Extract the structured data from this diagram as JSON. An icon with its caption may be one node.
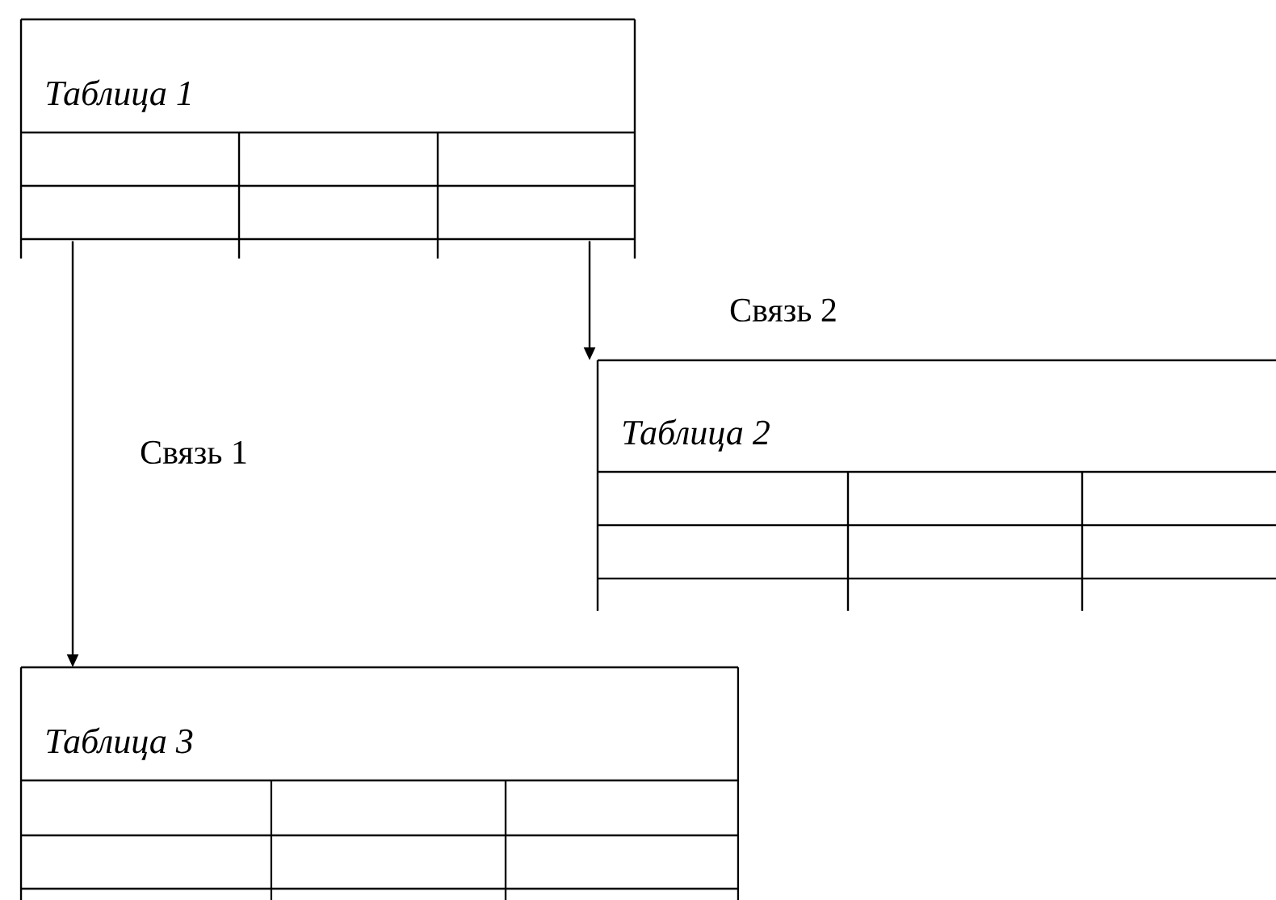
{
  "diagram": {
    "nodes": [
      {
        "text": [
          "Таблица 1"
        ]
      },
      {
        "text": [
          "Таблица 2"
        ]
      },
      {
        "text": [
          "Таблица 3"
        ]
      }
    ],
    "edges": [
      {
        "from": 0,
        "to": 2,
        "arrow": "to",
        "label": "Связь 1"
      },
      {
        "from": 0,
        "to": 1,
        "arrow": "to",
        "label": "Связь 2"
      }
    ]
  }
}
